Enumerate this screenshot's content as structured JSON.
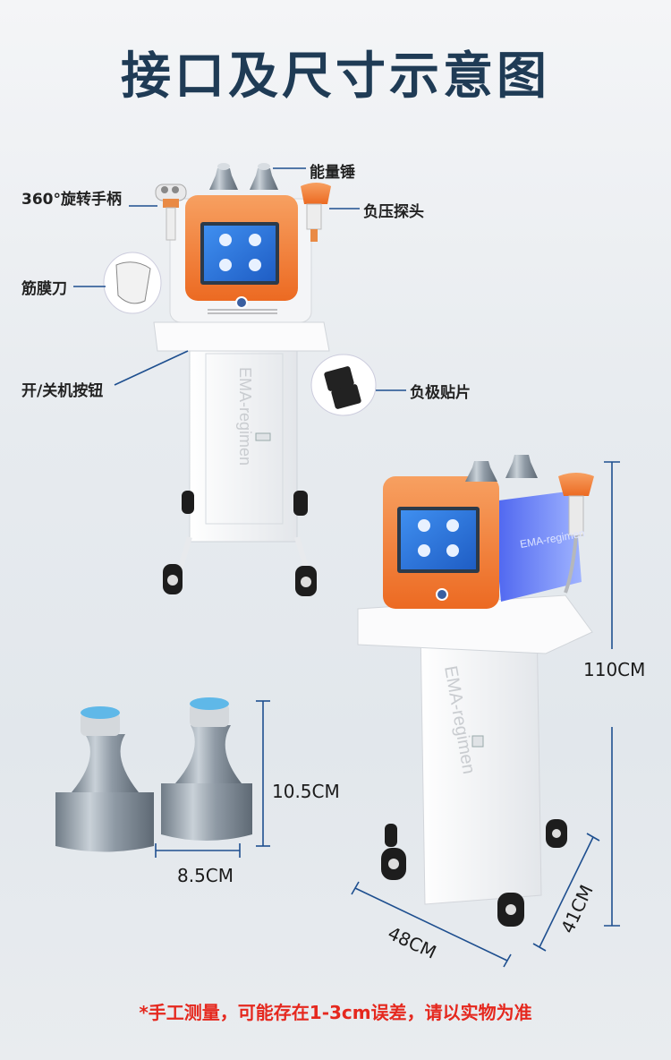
{
  "title": "接口及尺寸示意图",
  "labels": {
    "handle360": "360°旋转手柄",
    "energy_hammer": "能量锤",
    "negative_probe": "负压探头",
    "fascia_knife": "筋膜刀",
    "power_button": "开/关机按钮",
    "negative_pad": "负极贴片"
  },
  "machine_text": "EMA-regimen",
  "dimensions": {
    "height": "110CM",
    "width": "48CM",
    "depth": "41CM",
    "hammer_height": "10.5CM",
    "hammer_width": "8.5CM"
  },
  "note": "*手工测量，可能存在1-3cm误差，请以实物为准",
  "colors": {
    "title": "#1f3b55",
    "orange": "#f07a30",
    "screen": "#2a73d8",
    "blue_panel": "#5b6ff0",
    "line": "#1e4f8f",
    "note": "#e5281e"
  }
}
